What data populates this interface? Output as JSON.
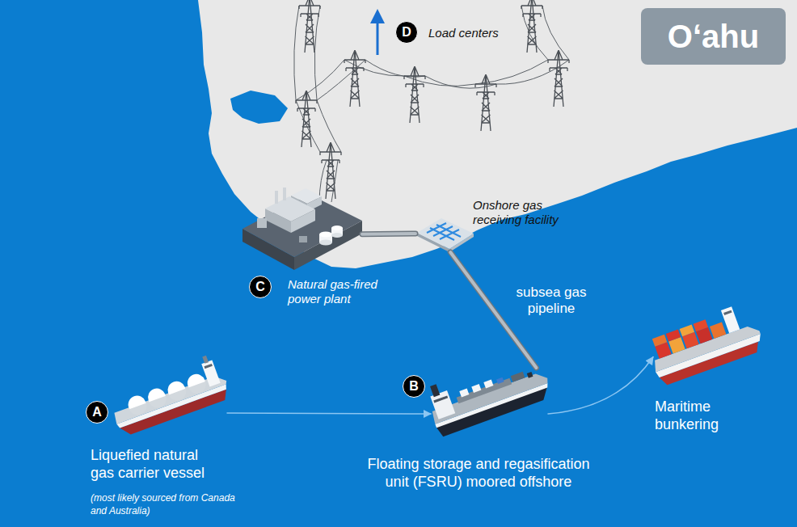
{
  "diagram": {
    "title": "Oʻahu",
    "nodes": [
      {
        "text": [
          "Load centers"
        ]
      },
      {
        "text": [
          "Onshore gas receiving facility"
        ]
      },
      {
        "text": [
          "Natural gas-fired power plant"
        ]
      },
      {
        "text": [
          "Liquefied natural gas carrier vessel",
          "(most likely sourced from Canada and Australia)"
        ]
      },
      {
        "text": [
          "Floating storage and regasification unit (FSRU) moored offshore"
        ]
      },
      {
        "text": [
          "Maritime bunkering"
        ]
      }
    ],
    "edges": [
      {
        "from": 3,
        "to": 4,
        "arrow": "to"
      },
      {
        "from": 4,
        "to": 1,
        "label": "subsea gas pipeline",
        "arrow": "none"
      },
      {
        "from": 1,
        "to": 2,
        "arrow": "none"
      },
      {
        "from": 4,
        "to": 5,
        "arrow": "to"
      }
    ],
    "labels": [
      "A",
      "B",
      "C",
      "D"
    ]
  }
}
